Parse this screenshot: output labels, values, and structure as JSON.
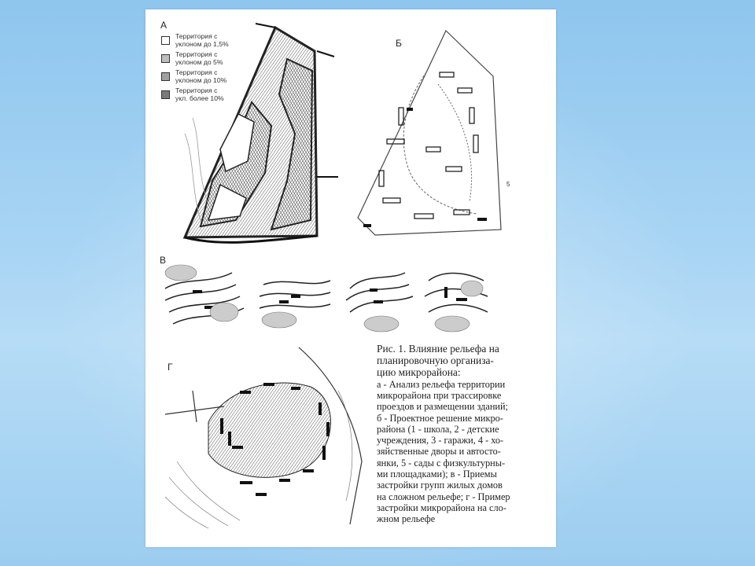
{
  "panels": {
    "a": "А",
    "b": "Б",
    "v": "В",
    "g": "Г"
  },
  "legend": [
    {
      "label": "Территория с\nуклоном до 1,5%",
      "fill": "#ffffff"
    },
    {
      "label": "Территория с\nуклоном до 5%",
      "fill": "#bdbdbd"
    },
    {
      "label": "Территория с\nуклоном до 10%",
      "fill": "#a0a0a0"
    },
    {
      "label": "Территория с\nукл. более 10%",
      "fill": "#7a7a7a"
    }
  ],
  "side_mark": "5",
  "caption": {
    "title": "Рис. 1. Влияние рельефа на\nпланировочную организа-\nцию микрорайона:",
    "body": "а - Анализ рельефа территории\nмикрорайона при трассировке\nпроездов и размещении зданий;\nб - Проектное решение микро-\nрайона (1 - школа, 2 - детские\nучреждения, 3 - гаражи, 4 - хо-\nзяйственные дворы и автосто-\nянки, 5 - сады с физкультурны-\nми площадками); в - Приемы\nзастройки групп жилых домов\nна сложном рельефе; г - Пример\nзастройки микрорайона на сло-\nжном рельефе"
  }
}
